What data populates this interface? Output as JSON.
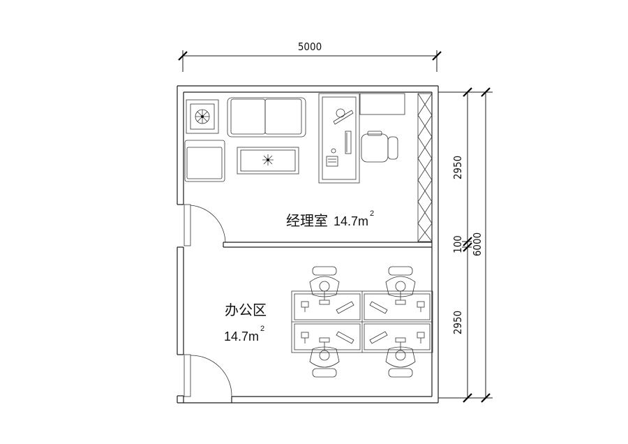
{
  "dimensions": {
    "top_width": "5000",
    "right_upper": "2950",
    "right_middle": "100",
    "right_lower": "2950",
    "right_total": "6000"
  },
  "rooms": {
    "manager": {
      "name": "经理室",
      "area": "14.7m",
      "sup": "2"
    },
    "office": {
      "name": "办公区",
      "area": "14.7m",
      "sup": "2"
    }
  },
  "colors": {
    "line": "#1a1a1a",
    "background": "#ffffff"
  }
}
